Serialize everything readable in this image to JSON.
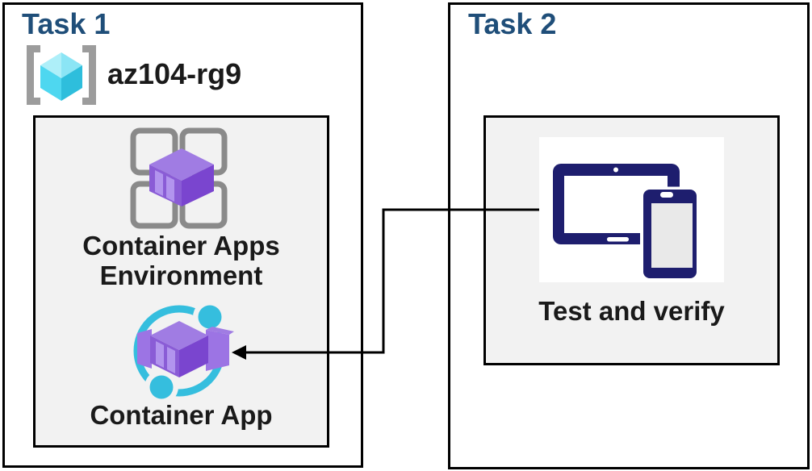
{
  "colors": {
    "title_blue": "#1F4E79",
    "text_dark": "#1A1A1A",
    "line_black": "#000000",
    "inner_gray": "#F2F2F2",
    "icon_gray": "#8A8A8A",
    "bracket_gray": "#9C9C9C",
    "navy": "#1E1E6E",
    "cyan": "#35BEDE",
    "phone_screen": "#E9E9E9",
    "purple_top": "#A07CE3",
    "purple_front": "#8A5CD6",
    "purple_side": "#7A45CF",
    "purple_stripe": "#B294EE",
    "purple_wing": "#9C74E4",
    "cube_top_left": "#AEEFF9",
    "cube_top_right": "#8BE5F5",
    "cube_bottom_left": "#4ED7F0",
    "cube_bottom_right": "#2EBEDC"
  },
  "task1": {
    "title": "Task 1",
    "resource_group_name": "az104-rg9",
    "environment_label_line1": "Container Apps",
    "environment_label_line2": "Environment",
    "container_app_label": "Container App"
  },
  "task2": {
    "title": "Task 2",
    "device_label": "Test and verify"
  },
  "icons": {
    "resource_group": "azure-resource-group-icon",
    "environment": "container-apps-environment-icon",
    "container_app": "container-app-icon",
    "devices": "tablet-and-phone-icon",
    "connector": "arrow-connector"
  }
}
